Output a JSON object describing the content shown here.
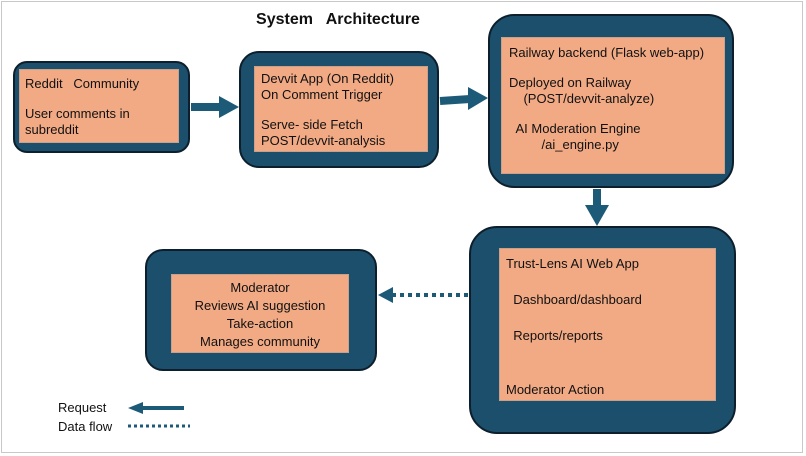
{
  "title": "System   Architecture",
  "colors": {
    "node_fill": "#1b4f6b",
    "node_border": "#0d1f2d",
    "inner_fill": "#f2aa85",
    "arrow": "#1c5a78"
  },
  "nodes": {
    "reddit": {
      "lines": [
        "Reddit   Community",
        "User comments in",
        "subreddit"
      ]
    },
    "devvit": {
      "lines": [
        "Devvit App (On Reddit)",
        "On Comment Trigger",
        "Serve- side Fetch",
        "POST/devvit-analysis"
      ]
    },
    "railway": {
      "lines": [
        "Railway backend (Flask web-app)",
        "Deployed on Railway",
        "    (POST/devvit-analyze)",
        "  AI Moderation Engine",
        "         /ai_engine.py"
      ]
    },
    "trustlens": {
      "lines": [
        "Trust-Lens AI Web App",
        "  Dashboard/dashboard",
        "  Reports/reports",
        "Moderator Action"
      ]
    },
    "moderator": {
      "lines": [
        "Moderator",
        "Reviews AI suggestion",
        "Take-action",
        "Manages community"
      ]
    }
  },
  "legend": {
    "request_label": "Request",
    "dataflow_label": "Data flow"
  }
}
